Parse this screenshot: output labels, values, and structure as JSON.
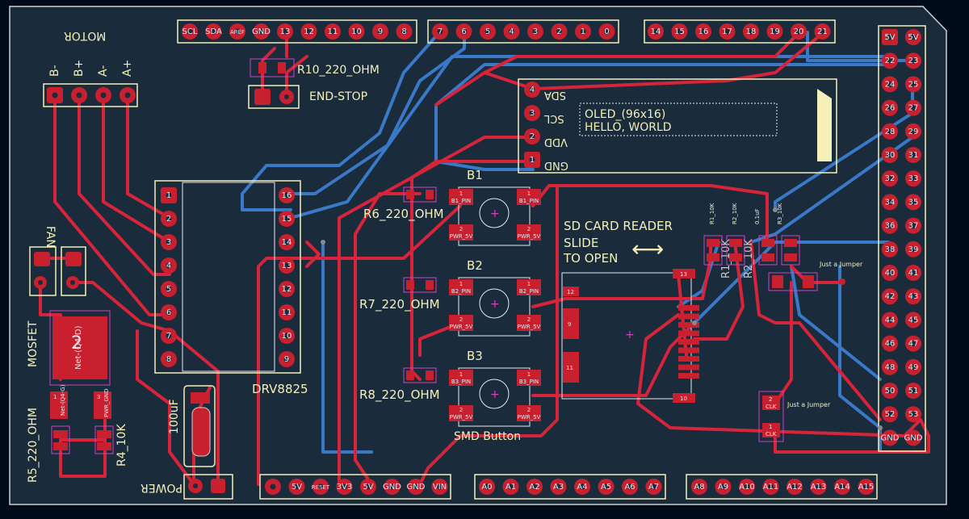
{
  "colors": {
    "background": "#000b1a",
    "board": "#1a2b3c",
    "edge": "#d0d0d0",
    "trace_front": "#d8243a",
    "trace_back": "#3a78c8",
    "silkscreen": "#f4f0b8",
    "pad": "#c8202e",
    "via": "#a0a0a0",
    "courtyard": "#d040c0",
    "pad_text": "#e8e8f0"
  },
  "headers": {
    "top_left": [
      "SCL",
      "SDA",
      "AREF",
      "GND",
      "13",
      "12",
      "11",
      "10",
      "9",
      "8"
    ],
    "top_mid": [
      "7",
      "6",
      "5",
      "4",
      "3",
      "2",
      "1",
      "0"
    ],
    "top_right": [
      "14",
      "15",
      "16",
      "17",
      "18",
      "19",
      "20",
      "21"
    ],
    "right_col_a": [
      "5V",
      "22",
      "24",
      "26",
      "28",
      "30",
      "32",
      "34",
      "36",
      "38",
      "40",
      "42",
      "44",
      "46",
      "48",
      "50",
      "52",
      "GND"
    ],
    "right_col_b": [
      "5V",
      "23",
      "25",
      "27",
      "29",
      "31",
      "33",
      "35",
      "37",
      "39",
      "41",
      "43",
      "45",
      "47",
      "49",
      "51",
      "53",
      "GND"
    ],
    "bottom_power": [
      "",
      "5V",
      "RESET",
      "3V3",
      "5V",
      "GND",
      "GND",
      "VIN"
    ],
    "bottom_analog_a": [
      "A0",
      "A1",
      "A2",
      "A3",
      "A4",
      "A5",
      "A6",
      "A7"
    ],
    "bottom_analog_b": [
      "A8",
      "A9",
      "A10",
      "A11",
      "A12",
      "A13",
      "A14",
      "A15"
    ],
    "oled_pins": [
      "SDA",
      "SCL",
      "VDD",
      "GND"
    ],
    "oled_pin_numbers": [
      "4",
      "3",
      "2",
      "1"
    ],
    "driver_left": [
      "1",
      "2",
      "3",
      "4",
      "5",
      "6",
      "7",
      "8"
    ],
    "driver_right": [
      "16",
      "15",
      "14",
      "13",
      "12",
      "11",
      "10",
      "9"
    ]
  },
  "silkscreen": {
    "motor": "MOTOR",
    "motor_pins": [
      "B-",
      "B+",
      "A-",
      "A+"
    ],
    "fan": "FAN",
    "mosfet": "MOSFET",
    "mosfet_number": "2",
    "mosfet_net": "Net-(Q4-D)",
    "r5": "R5_220_OHM",
    "r4": "R4_10K",
    "cap": "100uF",
    "power": "POWER",
    "driver": "DRV8825",
    "r10": "R10_220_OHM",
    "endstop": "END-STOP",
    "b1": "B1",
    "b2": "B2",
    "b3": "B3",
    "r6": "R6_220_OHM",
    "r7": "R7_220_OHM",
    "r8": "R8_220_OHM",
    "smd_button": "SMD Button",
    "oled_line1": "OLED_(96x16)",
    "oled_line2": "HELLO, WORLD",
    "sd_line1": "SD CARD READER",
    "sd_line2": "SLIDE",
    "sd_line3": "TO OPEN",
    "jumper1": "Just a Jumper",
    "jumper2": "Just a Jumper",
    "rot_r1": "R1_10K",
    "rot_r2": "R2_10K",
    "rot_c": "0.1uF",
    "rot_r3": "R3_10K",
    "rot_big1": "R1_10K",
    "rot_big2": "R2_10K"
  },
  "pads": {
    "b1": [
      "B1_PIN",
      "B1_PIN",
      "PWR_5V",
      "PWR_5V"
    ],
    "b2": [
      "B2_PIN",
      "B2_PIN",
      "PWR_5V",
      "PWR_5V"
    ],
    "b3": [
      "B3_PIN",
      "B3_PIN",
      "PWR_5V",
      "PWR_5V"
    ],
    "button_pin_numbers": [
      "1",
      "1",
      "2",
      "2"
    ],
    "sd": [
      "13",
      "12",
      "9",
      "11",
      "10"
    ],
    "clk": [
      "CLK",
      "CLK"
    ],
    "clk_numbers": [
      "2",
      "1"
    ],
    "mosfet_pads": [
      "Net-(Q4-G)",
      "PWR_GND"
    ],
    "mosfet_pad_numbers": [
      "1",
      "3"
    ]
  }
}
